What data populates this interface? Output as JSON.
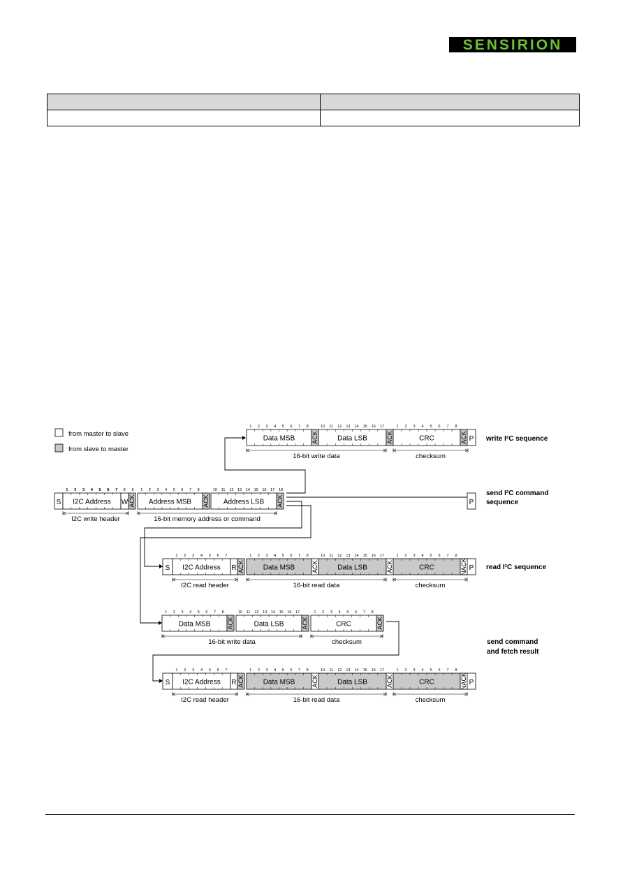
{
  "brand": {
    "logo_text": "SENSIRION",
    "color": "#6cc230"
  },
  "header_table": {
    "rows": [
      [
        "",
        ""
      ],
      [
        "",
        ""
      ]
    ]
  },
  "colors": {
    "master_fill": "#ffffff",
    "slave_fill": "#c9c9c9",
    "line": "#000000"
  },
  "legend": {
    "master_to_slave": "from master to slave",
    "slave_to_master": "from slave to master"
  },
  "labels": {
    "S": "S",
    "P": "P",
    "W": "W",
    "R": "R",
    "ACK": "ACK",
    "NACK": "NACK",
    "i2c_address": "I2C Address",
    "address_msb": "Address MSB",
    "address_lsb": "Address LSB",
    "data_msb": "Data MSB",
    "data_lsb": "Data LSB",
    "crc": "CRC"
  },
  "braces": {
    "i2c_write_header": "I2C write header",
    "memory_address": "16-bit memory address or command",
    "write_data": "16-bit write data",
    "read_data": "16-bit read data",
    "read_header": "I2C read header",
    "checksum": "checksum"
  },
  "sequence_labels": {
    "write": "write I²C sequence",
    "send_command_1": "send I²C command",
    "send_command_2": "sequence",
    "read": "read I²C sequence",
    "fetch_1": "send command",
    "fetch_2": "and fetch result"
  }
}
